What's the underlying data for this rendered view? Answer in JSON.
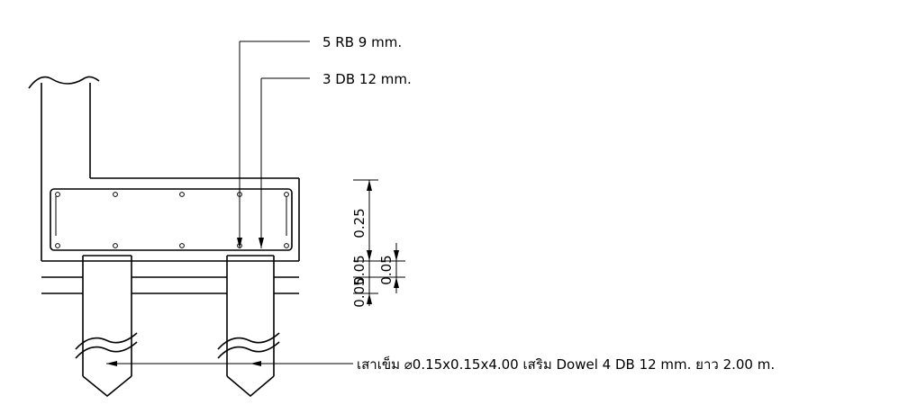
{
  "annotations": {
    "stirrup": "5 RB 9 mm.",
    "main_bar": "3 DB 12 mm.",
    "pile_note": "เสาเข็ม ⌀0.15x0.15x4.00 เสริม Dowel 4 DB 12 mm. ยาว 2.00 m."
  },
  "dimensions": {
    "beam_depth": "0.25",
    "upper_gap": "0.05",
    "lower_gap": "0.05",
    "left_gap": "0.05"
  },
  "colors": {
    "line": "#000000",
    "background": "#ffffff"
  }
}
